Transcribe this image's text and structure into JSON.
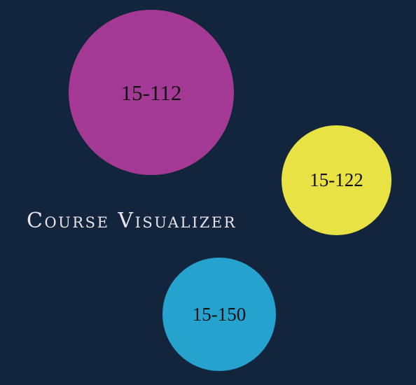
{
  "app": {
    "title": "Course Visualizer"
  },
  "colors": {
    "background": "#12253c",
    "title_text": "#e9e4ec",
    "course_text": "#111111"
  },
  "courses": [
    {
      "id": "15-112",
      "label": "15-112",
      "color": "#a43a96"
    },
    {
      "id": "15-122",
      "label": "15-122",
      "color": "#e8e244"
    },
    {
      "id": "15-150",
      "label": "15-150",
      "color": "#26a2cf"
    }
  ]
}
